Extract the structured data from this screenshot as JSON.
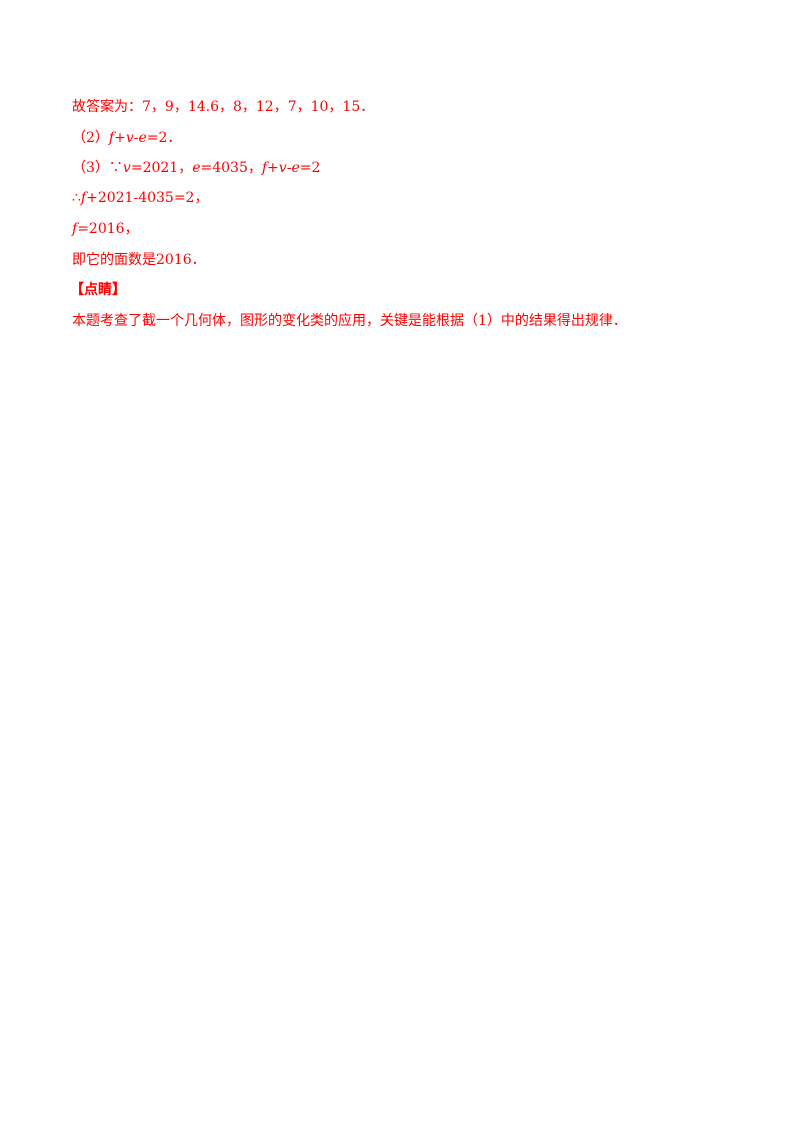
{
  "answer_intro": "故答案为：7，9，14.6，8，12，7，10，15．",
  "part2": {
    "prefix": "（2）",
    "f": "f",
    "plus1": "+",
    "v": "v",
    "minus1": "-",
    "e": "e",
    "rest": "=2．"
  },
  "part3": {
    "prefix": "（3）∵",
    "v": "v",
    "v_value": "=2021，",
    "e": "e",
    "e_value": "=4035，",
    "f": "f",
    "plus": "+",
    "v2": "v",
    "minus": "-",
    "e2": "e",
    "tail": "=2"
  },
  "therefore": {
    "prefix": "∴",
    "f": "f",
    "rest": "+2021-4035=2，"
  },
  "result": {
    "f": "f",
    "rest": "=2016，"
  },
  "conclusion": "即它的面数是2016．",
  "comment_heading": "【点睛】",
  "comment_body": "本题考查了截一个几何体，图形的变化类的应用，关键是能根据（1）中的结果得出规律．"
}
